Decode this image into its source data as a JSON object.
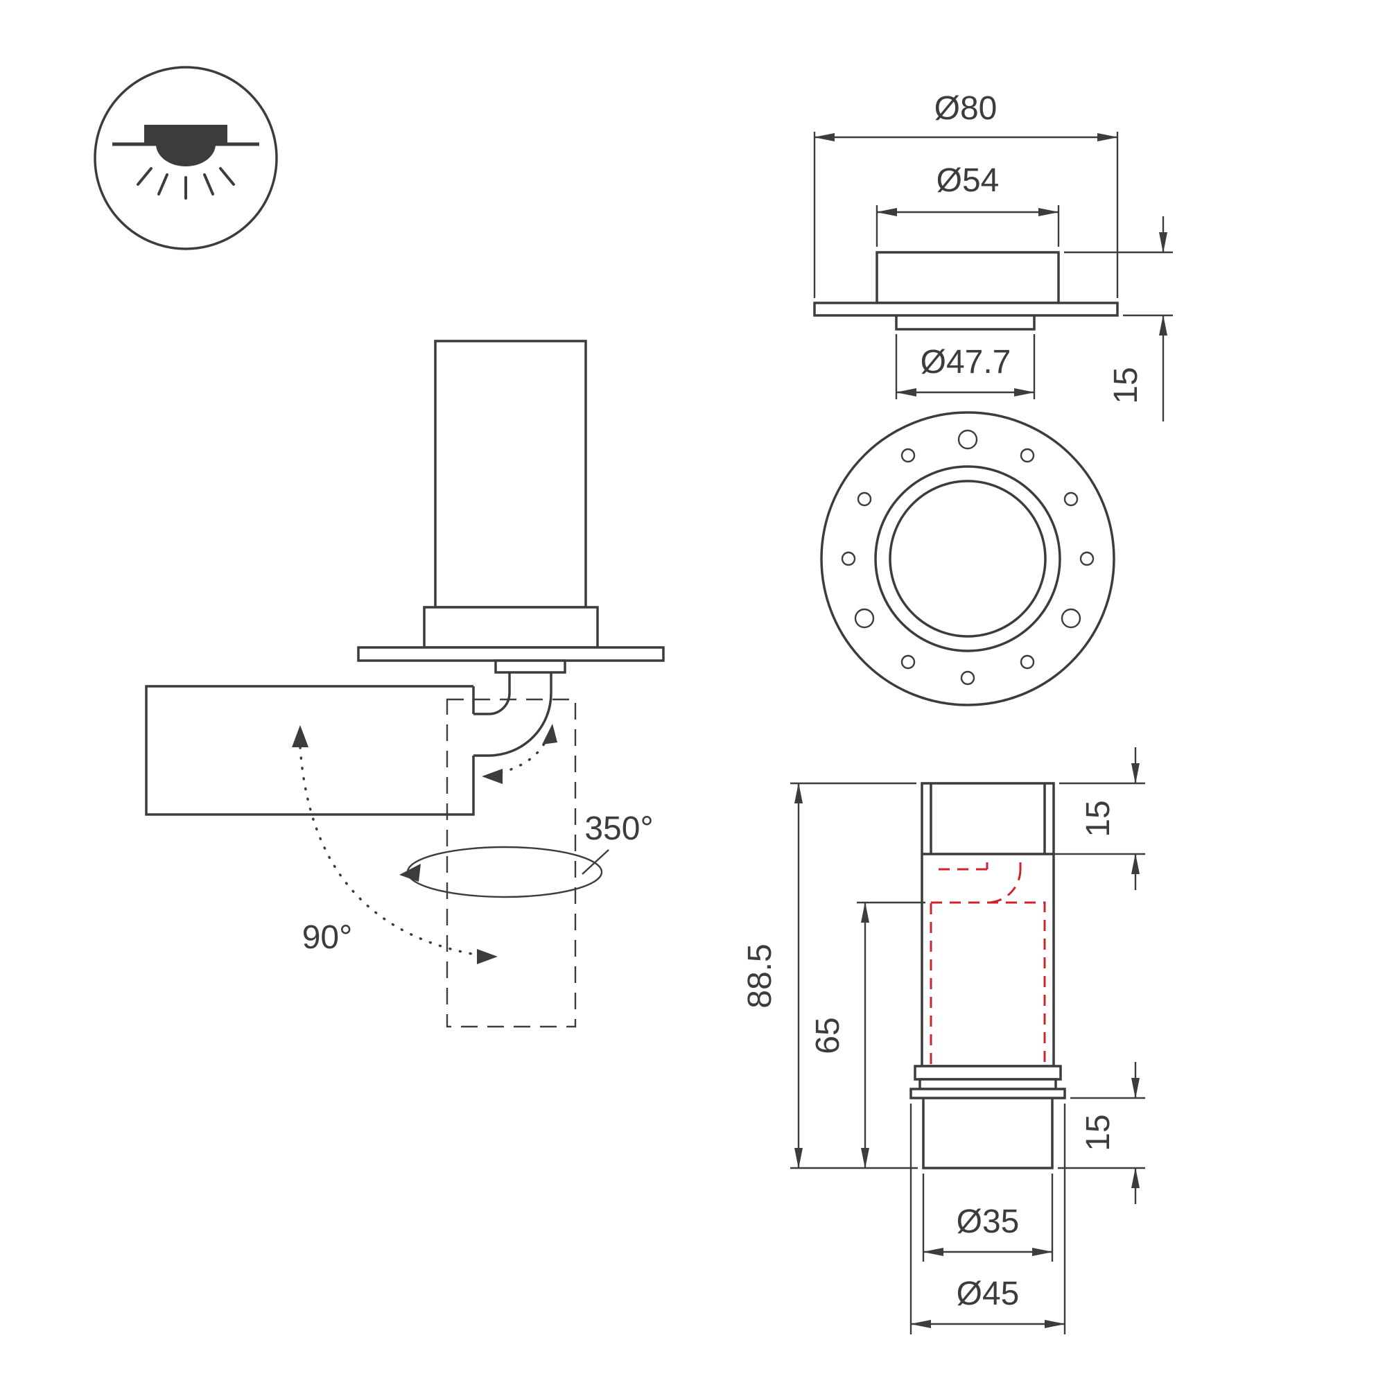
{
  "labels": {
    "top_view": {
      "flange_diameter": "Ø80",
      "body_diameter": "Ø54",
      "hole_diameter": "Ø47.7",
      "height_above": "15"
    },
    "side_view": {
      "tilt_angle": "90°",
      "rotation_angle": "350°"
    },
    "profile_view": {
      "total_height": "88.5",
      "inner_height": "65",
      "top_section": "15",
      "bottom_section": "15",
      "tube_diameter": "Ø35",
      "collar_diameter": "Ø45"
    }
  },
  "icons": {
    "mount_type": "recessed-downlight-mount"
  },
  "colors": {
    "line": "#3c3c3c",
    "accent_red": "#cf232b",
    "background": "#ffffff"
  }
}
